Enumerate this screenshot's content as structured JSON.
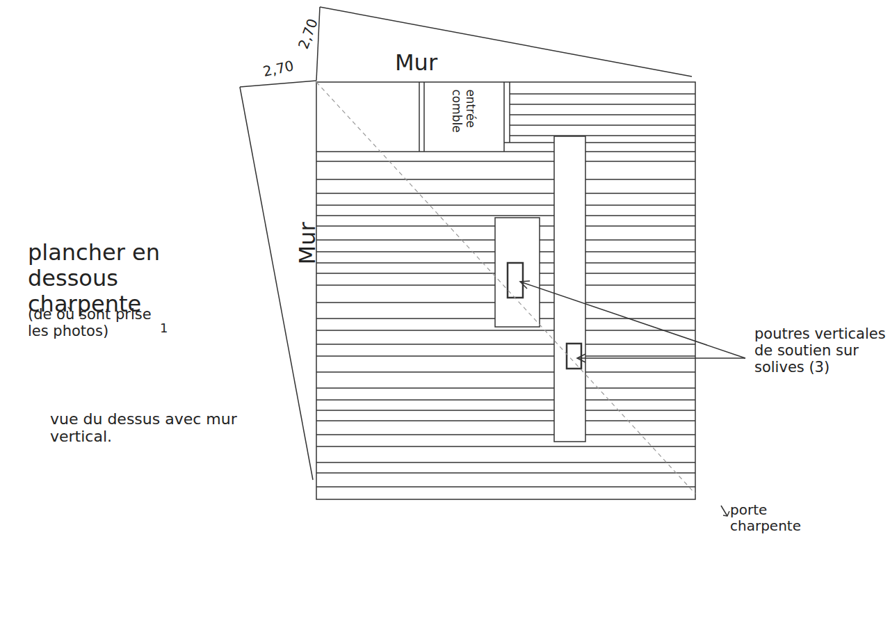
{
  "diagram": {
    "nodes": [
      {
        "text": [
          "entrée comble"
        ]
      }
    ],
    "labels": [
      "2,70",
      "2,70",
      "Mur",
      "Mur",
      "plancher en dessous charpente",
      "(de où sont prise les photos)",
      "1",
      "vue du dessus avec mur vertical.",
      "poutres verticales de soutien sur solives (3)",
      "porte charpente"
    ]
  }
}
